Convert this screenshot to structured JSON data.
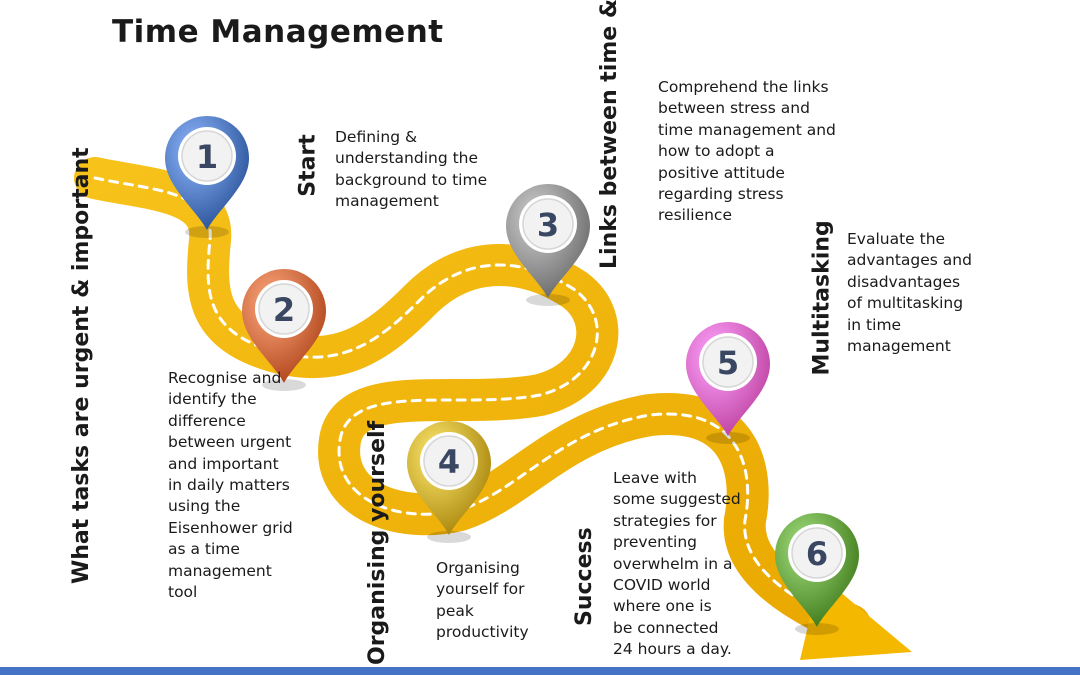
{
  "title": "Time Management",
  "steps": [
    {
      "number": "1",
      "label": "Start",
      "description": "Defining &\nunderstanding the\nbackground to time\nmanagement",
      "color": "#4a72b8"
    },
    {
      "number": "2",
      "label": "What tasks are\nurgent & important",
      "description": "Recognise and\nidentify the\ndifference\nbetween urgent\nand important\nin daily matters\nusing the\nEisenhower grid\nas a time\nmanagement\ntool",
      "color": "#d2643a"
    },
    {
      "number": "3",
      "label": "Links between time\n& stress",
      "description": "Comprehend the links\nbetween stress and\ntime management and\nhow to adopt a\npositive attitude\nregarding stress\nresilience",
      "color": "#8a8a8a"
    },
    {
      "number": "4",
      "label": "Organising\nyourself",
      "description": "Organising\nyourself for\npeak\nproductivity",
      "color": "#c9a42a"
    },
    {
      "number": "5",
      "label": "Multitasking",
      "description": "Evaluate the\nadvantages and\ndisadvantages\nof multitasking\nin time\nmanagement",
      "color": "#e060c0"
    },
    {
      "number": "6",
      "label": "Success",
      "description": "Leave with\nsome suggested\nstrategies for\npreventing\noverwhelm in a\nCOVID  world\nwhere one is\nbe connected\n24 hours a day.",
      "color": "#5f9a3a"
    }
  ],
  "colors": {
    "road": "#f5b800",
    "road_dash": "#ffffff",
    "bottom_bar": "#4472c4",
    "number_text": "#3a4763"
  }
}
